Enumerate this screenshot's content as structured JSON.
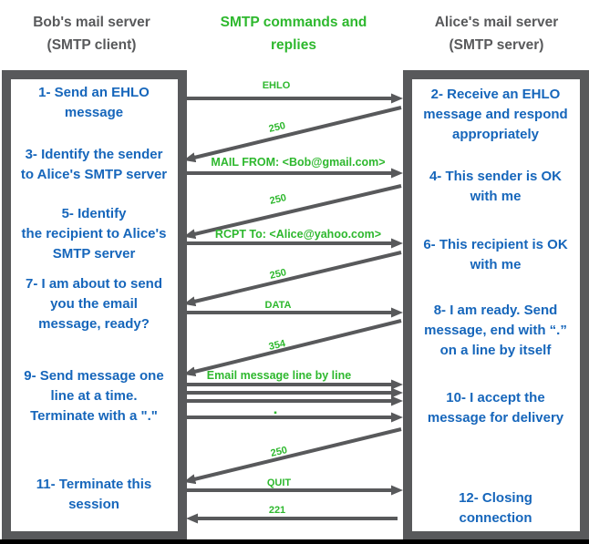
{
  "colors": {
    "blue": "#1666bb",
    "green": "#2eb82e",
    "gray": "#58595b",
    "black": "#000000"
  },
  "header": {
    "client": "Bob's mail server\n(SMTP client)",
    "middle": "SMTP commands and\nreplies",
    "server": "Alice's mail server\n(SMTP server)"
  },
  "client_box": {
    "role": "SMTP client",
    "steps": [
      "1- Send an EHLO\nmessage",
      "3- Identify the sender\nto Alice's SMTP server",
      "5- Identify\nthe recipient to Alice's\nSMTP server",
      "7- I am about to send\nyou the email\nmessage, ready?",
      "9- Send message one\nline at a time.\nTerminate with a \".\"",
      "11- Terminate this\nsession"
    ]
  },
  "server_box": {
    "role": "SMTP server",
    "steps": [
      "2- Receive an EHLO\nmessage and respond\nappropriately",
      "4- This sender is OK\nwith me",
      "6- This recipient is OK\nwith me",
      "8-  I am ready. Send\nmessage, end with “.”\non a line by itself",
      "10-  I accept the\nmessage for delivery",
      "12-  Closing\nconnection"
    ]
  },
  "arrows": [
    {
      "label": "EHLO",
      "from": "client",
      "to": "server",
      "style": "horizontal"
    },
    {
      "label": "250",
      "from": "server",
      "to": "client",
      "style": "diagonal"
    },
    {
      "label": "MAIL FROM: <Bob@gmail.com>",
      "from": "client",
      "to": "server",
      "style": "horizontal"
    },
    {
      "label": "250",
      "from": "server",
      "to": "client",
      "style": "diagonal"
    },
    {
      "label": "RCPT To: <Alice@yahoo.com>",
      "from": "client",
      "to": "server",
      "style": "horizontal"
    },
    {
      "label": "250",
      "from": "server",
      "to": "client",
      "style": "diagonal"
    },
    {
      "label": "DATA",
      "from": "client",
      "to": "server",
      "style": "horizontal"
    },
    {
      "label": "354",
      "from": "server",
      "to": "client",
      "style": "diagonal"
    },
    {
      "label": "Email message line by line",
      "from": "client",
      "to": "server",
      "style": "horizontal-multi"
    },
    {
      "label": "▪",
      "from": "client",
      "to": "server",
      "style": "horizontal"
    },
    {
      "label": "250",
      "from": "server",
      "to": "client",
      "style": "diagonal"
    },
    {
      "label": "QUIT",
      "from": "client",
      "to": "server",
      "style": "horizontal"
    },
    {
      "label": "221",
      "from": "server",
      "to": "client",
      "style": "horizontal"
    }
  ]
}
